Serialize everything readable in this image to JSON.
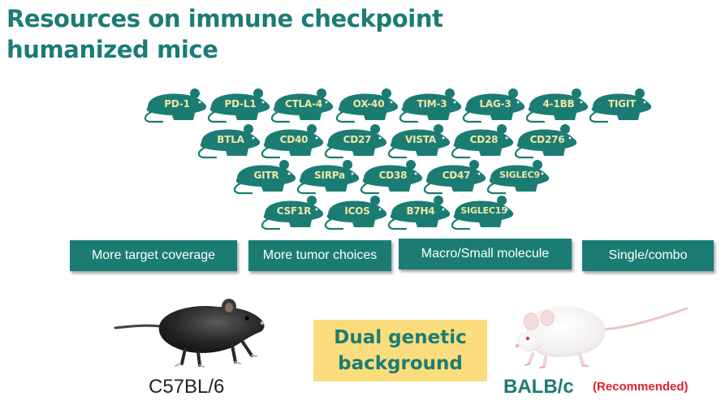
{
  "title": {
    "line1": "Resources on immune checkpoint",
    "line2": "humanized mice"
  },
  "targets": {
    "row1": [
      "PD-1",
      "PD-L1",
      "CTLA-4",
      "OX-40",
      "TIM-3",
      "LAG-3",
      "4-1BB",
      "TIGIT"
    ],
    "row2": [
      "BTLA",
      "CD40",
      "CD27",
      "VISTA",
      "CD28",
      "CD276"
    ],
    "row3": [
      "GITR",
      "SIRPa",
      "CD38",
      "CD47",
      "SIGLEC9"
    ],
    "row4": [
      "CSF1R",
      "ICOS",
      "B7H4",
      "SIGLEC15"
    ]
  },
  "features": [
    "More target coverage",
    "More tumor choices",
    "Macro/Small molecule",
    "Single/combo"
  ],
  "dual_background": {
    "line1": "Dual genetic",
    "line2": "background"
  },
  "strains": {
    "left": "C57BL/6",
    "right": "BALB/c",
    "right_note": "(Recommended)"
  },
  "colors": {
    "teal": "#1b7c74",
    "label_yellow": "#f1e6a4",
    "highlight_yellow": "#fbdd7d",
    "red": "#d8252c"
  },
  "icons": {
    "target_mouse": "mouse-silhouette-icon",
    "black_mouse": "black-mouse-photo",
    "white_mouse": "white-mouse-photo"
  }
}
